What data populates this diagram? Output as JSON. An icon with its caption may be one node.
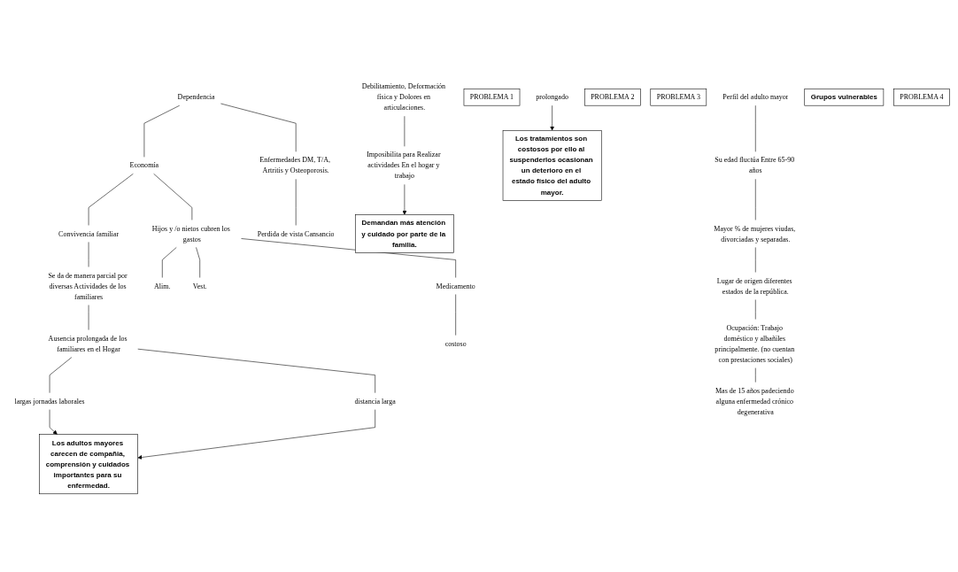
{
  "diagram": {
    "nodes": [
      {
        "text": [
          "Dependencia"
        ]
      },
      {
        "text": [
          "Enfermedades DM, T/A, Artritis y Osteoporosis."
        ]
      },
      {
        "text": [
          "Perdida de vista Cansancio"
        ]
      },
      {
        "text": [
          "Debilitamiento, Deformación física y Dolores en articulaciones."
        ]
      },
      {
        "text": [
          "Imposibilita para Realizar actividades En el hogar y trabajo"
        ]
      },
      {
        "text": [
          "Demandan más atención y cuidado por parte de la familia."
        ]
      },
      {
        "text": [
          "PROBLEMA 1"
        ]
      },
      {
        "text": [
          "Economía"
        ]
      },
      {
        "text": [
          "Hijos y /o nietos cubren los gastos"
        ]
      },
      {
        "text": [
          "Alim."
        ]
      },
      {
        "text": [
          "Vest."
        ]
      },
      {
        "text": [
          "Medicamento"
        ]
      },
      {
        "text": [
          "costoso"
        ]
      },
      {
        "text": [
          "prolongado"
        ]
      },
      {
        "text": [
          "Los tratamientos son costosos por ello al suspenderlos ocasionan un deterioro en el estado físico del adulto mayor."
        ]
      },
      {
        "text": [
          "PROBLEMA 2"
        ]
      },
      {
        "text": [
          "Convivencia familiar"
        ]
      },
      {
        "text": [
          "Se da de manera parcial por diversas Actividades de los familiares"
        ]
      },
      {
        "text": [
          "Ausencia prolongada de los familiares en el Hogar"
        ]
      },
      {
        "text": [
          "largas jornadas laborales"
        ]
      },
      {
        "text": [
          "distancia larga"
        ]
      },
      {
        "text": [
          "Los adultos mayores carecen de compañia, comprensión y cuidados importantes para su enfermedad."
        ]
      },
      {
        "text": [
          "PROBLEMA 3"
        ]
      },
      {
        "text": [
          "Perfil del adulto mayor"
        ]
      },
      {
        "text": [
          "Su edad fluctúa Entre 65-90 años"
        ]
      },
      {
        "text": [
          "Mayor % de mujeres viudas, divorciadas y separadas."
        ]
      },
      {
        "text": [
          "Lugar de origen diferentes estados de la república."
        ]
      },
      {
        "text": [
          "Ocupación: Trabajo doméstico y albañiles principalmente. (no cuentan con prestaciones sociales)"
        ]
      },
      {
        "text": [
          "Mas de 15 años padeciendo alguna enfermedad crónico degenerativa"
        ]
      },
      {
        "text": [
          "Grupos vulnerables"
        ]
      },
      {
        "text": [
          "PROBLEMA 4"
        ]
      }
    ],
    "edges": [
      {
        "from": 0,
        "to": 7,
        "arrow": "none"
      },
      {
        "from": 7,
        "to": 16,
        "arrow": "none"
      },
      {
        "from": 0,
        "to": 1,
        "arrow": "none"
      },
      {
        "from": 1,
        "to": 2,
        "arrow": "none"
      },
      {
        "from": 3,
        "to": 4,
        "arrow": "none"
      },
      {
        "from": 4,
        "to": 5,
        "arrow": "to"
      },
      {
        "from": 7,
        "to": 8,
        "arrow": "none"
      },
      {
        "from": 8,
        "to": 9,
        "arrow": "none"
      },
      {
        "from": 8,
        "to": 10,
        "arrow": "none"
      },
      {
        "from": 8,
        "to": 11,
        "arrow": "none"
      },
      {
        "from": 11,
        "to": 12,
        "arrow": "none"
      },
      {
        "from": 13,
        "to": 14,
        "arrow": "to"
      },
      {
        "from": 16,
        "to": 17,
        "arrow": "none"
      },
      {
        "from": 17,
        "to": 18,
        "arrow": "none"
      },
      {
        "from": 18,
        "to": 19,
        "arrow": "none"
      },
      {
        "from": 18,
        "to": 20,
        "arrow": "none"
      },
      {
        "from": 19,
        "to": 21,
        "arrow": "to"
      },
      {
        "from": 20,
        "to": 21,
        "arrow": "to"
      },
      {
        "from": 23,
        "to": 24,
        "arrow": "none"
      },
      {
        "from": 24,
        "to": 25,
        "arrow": "none"
      },
      {
        "from": 25,
        "to": 26,
        "arrow": "none"
      },
      {
        "from": 26,
        "to": 27,
        "arrow": "none"
      },
      {
        "from": 27,
        "to": 28,
        "arrow": "none"
      }
    ]
  }
}
